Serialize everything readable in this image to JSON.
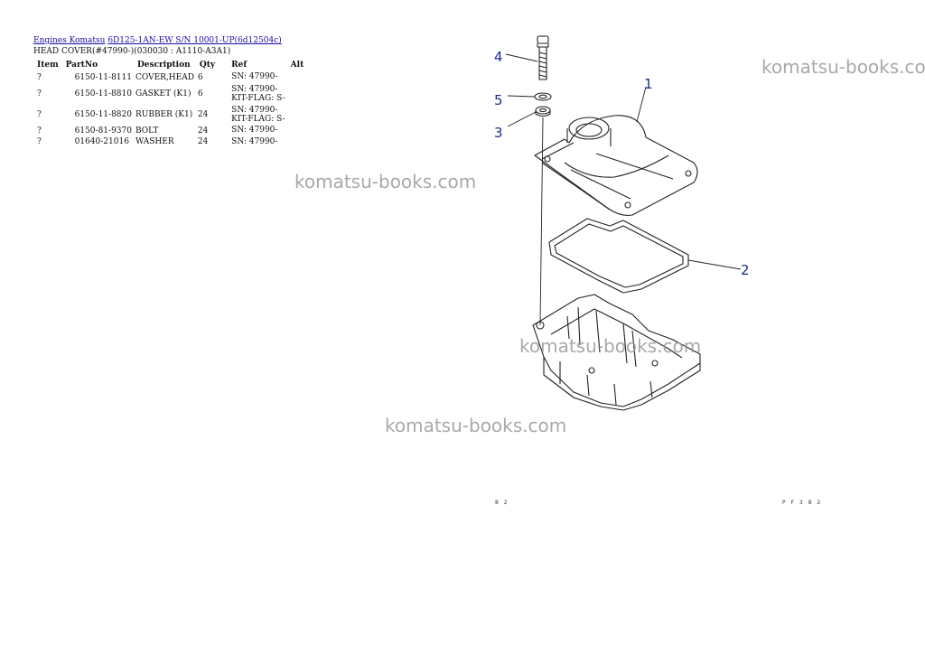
{
  "breadcrumb": {
    "link1": "Engines Komatsu",
    "link2": "6D125-1AN-EW S/N 10001-UP(6d12504c)"
  },
  "page_title": "HEAD COVER(#47990-)(030030 : A1110-A3A1)",
  "table": {
    "headers": [
      "Item",
      "PartNo",
      "Description",
      "Qty",
      "Ref",
      "Alt"
    ],
    "rows": [
      {
        "item": "?",
        "part_no": "6150-11-8111",
        "description": "COVER,HEAD",
        "qty": "6",
        "ref": "SN: 47990-",
        "alt": ""
      },
      {
        "item": "?",
        "part_no": "6150-11-8810",
        "description": "GASKET (K1)",
        "qty": "6",
        "ref": "SN: 47990-\nKIT-FLAG: S-",
        "alt": ""
      },
      {
        "item": "?",
        "part_no": "6150-11-8820",
        "description": "RUBBER (K1)",
        "qty": "24",
        "ref": "SN: 47990-\nKIT-FLAG: S-",
        "alt": ""
      },
      {
        "item": "?",
        "part_no": "6150-81-9370",
        "description": "BOLT",
        "qty": "24",
        "ref": "SN: 47990-",
        "alt": ""
      },
      {
        "item": "?",
        "part_no": "01640-21016",
        "description": "WASHER",
        "qty": "24",
        "ref": "SN: 47990-",
        "alt": ""
      }
    ]
  },
  "watermark": "komatsu-books.com",
  "callouts": {
    "c1": "1",
    "c2": "2",
    "c3": "3",
    "c4": "4",
    "c5": "5"
  },
  "footer": {
    "left": "8 2",
    "right": "P F 3 8 2"
  },
  "colors": {
    "link": "#1a0dab",
    "callout": "#1f2a8c",
    "watermark": "#9a9a9a"
  }
}
